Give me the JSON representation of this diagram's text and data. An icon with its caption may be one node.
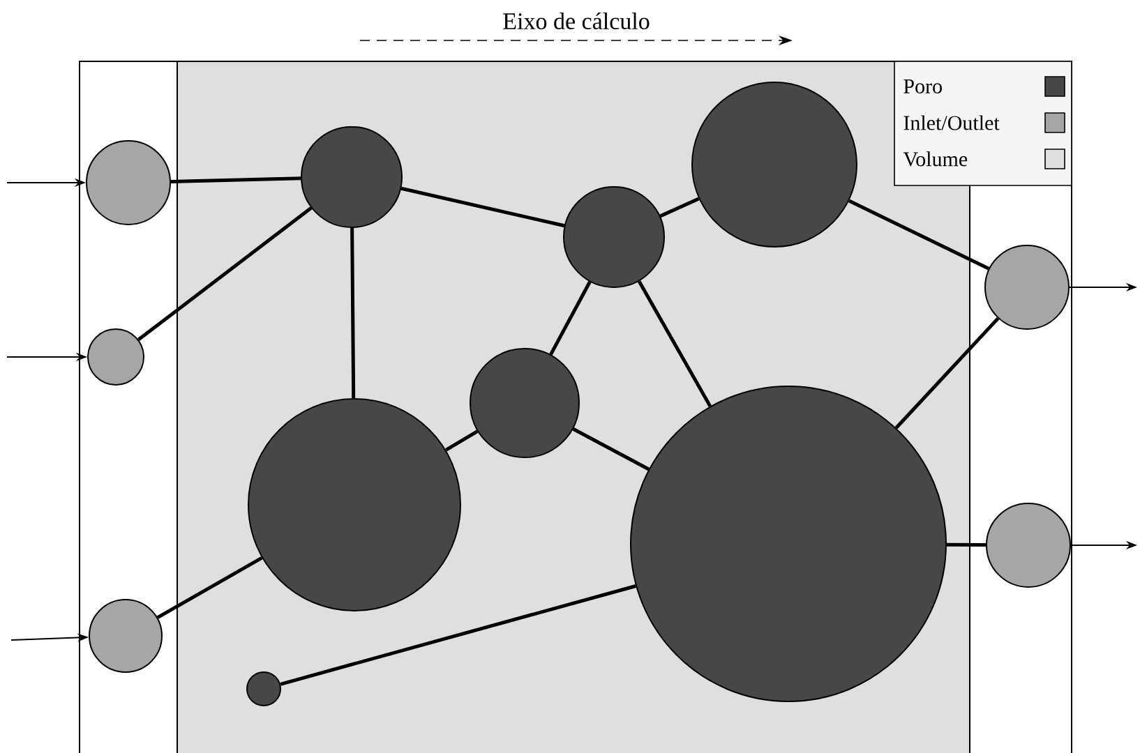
{
  "diagram": {
    "nodes": [
      {
        "text": [],
        "shape": "circle"
      },
      {
        "text": [],
        "shape": "circle"
      },
      {
        "text": [],
        "shape": "circle"
      },
      {
        "text": [],
        "shape": "circle"
      },
      {
        "text": [],
        "shape": "circle"
      },
      {
        "text": [],
        "shape": "circle"
      },
      {
        "text": [],
        "shape": "circle"
      },
      {
        "text": [],
        "shape": "circle"
      },
      {
        "text": [],
        "shape": "circle"
      },
      {
        "text": [],
        "shape": "circle"
      },
      {
        "text": [],
        "shape": "circle"
      },
      {
        "text": [],
        "shape": "circle"
      }
    ],
    "edges": [
      {
        "from": 0,
        "to": 3,
        "arrow": "none"
      },
      {
        "from": 1,
        "to": 3,
        "arrow": "none"
      },
      {
        "from": 2,
        "to": 5,
        "arrow": "none"
      },
      {
        "from": 3,
        "to": 5,
        "arrow": "none"
      },
      {
        "from": 3,
        "to": 7,
        "arrow": "none"
      },
      {
        "from": 5,
        "to": 6,
        "arrow": "none"
      },
      {
        "from": 6,
        "to": 7,
        "arrow": "none"
      },
      {
        "from": 6,
        "to": 9,
        "arrow": "none"
      },
      {
        "from": 7,
        "to": 8,
        "arrow": "none"
      },
      {
        "from": 7,
        "to": 9,
        "arrow": "none"
      },
      {
        "from": 8,
        "to": 10,
        "arrow": "none"
      },
      {
        "from": 9,
        "to": 10,
        "arrow": "none"
      },
      {
        "from": 9,
        "to": 11,
        "arrow": "none"
      },
      {
        "from": 4,
        "to": 9,
        "arrow": "none"
      },
      {
        "from": null,
        "to": 0,
        "arrow": "to"
      },
      {
        "from": null,
        "to": 1,
        "arrow": "to"
      },
      {
        "from": null,
        "to": 2,
        "arrow": "to"
      },
      {
        "from": 10,
        "to": null,
        "arrow": "to"
      },
      {
        "from": 11,
        "to": null,
        "arrow": "to"
      }
    ],
    "labels": [
      "Eixo de cálculo"
    ],
    "legend": [
      {
        "text": "Poro",
        "color": "#474747"
      },
      {
        "text": "Inlet/Outlet",
        "color": "#a6a6a6"
      },
      {
        "text": "Volume",
        "color": "#dfdfdf"
      }
    ]
  }
}
